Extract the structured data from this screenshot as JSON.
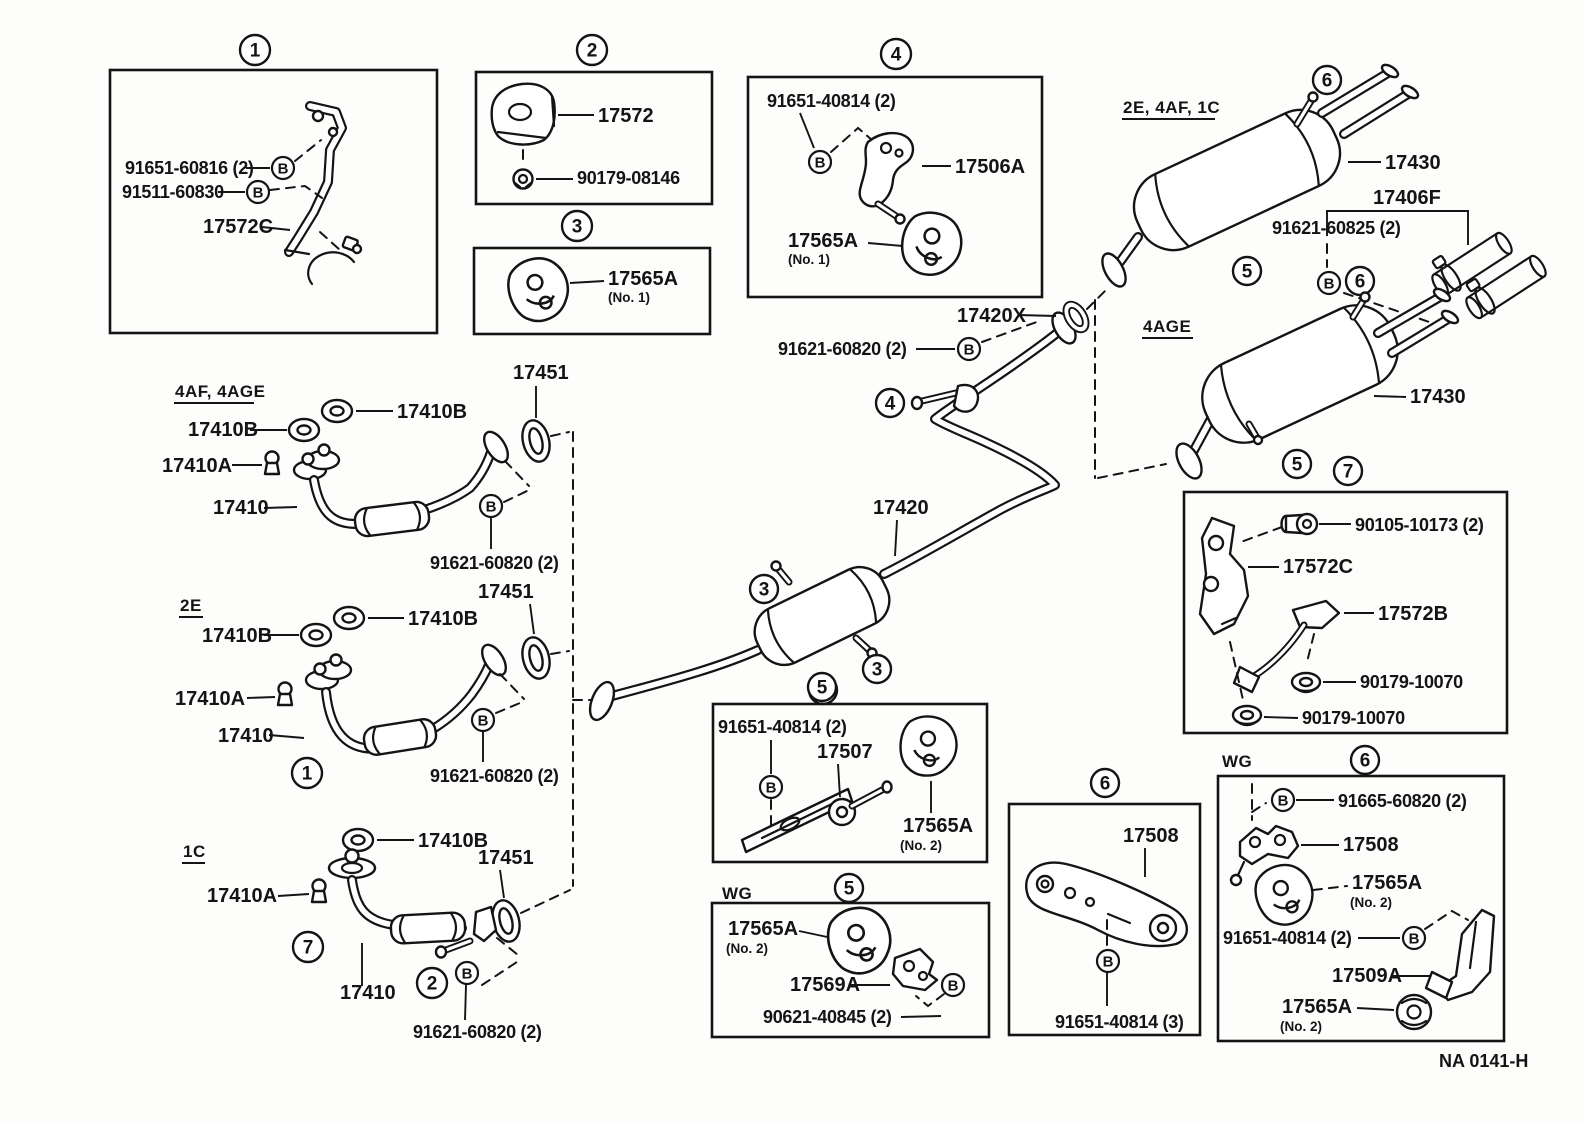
{
  "doc": {
    "drawing_code": "NA 0141-H"
  },
  "tags": {
    "top_right": "2E, 4AF, 1C",
    "mid_right": "4AGE",
    "left_a": "4AF, 4AGE",
    "left_b": "2E",
    "left_c": "1C",
    "wg": "WG"
  },
  "callouts": {
    "n1": "1",
    "n2": "2",
    "n3": "3",
    "n4": "4",
    "n5": "5",
    "n6": "6",
    "n7": "7",
    "bolt": "B"
  },
  "notes": {
    "no1": "(No. 1)",
    "no2": "(No. 2)"
  },
  "parts": {
    "b91651_60816": "91651-60816 (2)",
    "b91511_60830": "91511-60830",
    "p17572C": "17572C",
    "p17572": "17572",
    "b90179_08146": "90179-08146",
    "p17565A": "17565A",
    "b91651_40814_2": "91651-40814 (2)",
    "b91651_40814_3": "91651-40814 (3)",
    "p17506A": "17506A",
    "p17430": "17430",
    "p17406F": "17406F",
    "b91621_60825": "91621-60825 (2)",
    "p17420X": "17420X",
    "b91621_60820": "91621-60820 (2)",
    "p17451": "17451",
    "p17410B": "17410B",
    "p17410A": "17410A",
    "p17410": "17410",
    "p17420": "17420",
    "b90105_10173": "90105-10173 (2)",
    "p17572B": "17572B",
    "b90179_10070": "90179-10070",
    "p17507": "17507",
    "p17569A": "17569A",
    "b90621_40845": "90621-40845 (2)",
    "p17508": "17508",
    "b91665_60820": "91665-60820 (2)",
    "p17509A": "17509A"
  }
}
